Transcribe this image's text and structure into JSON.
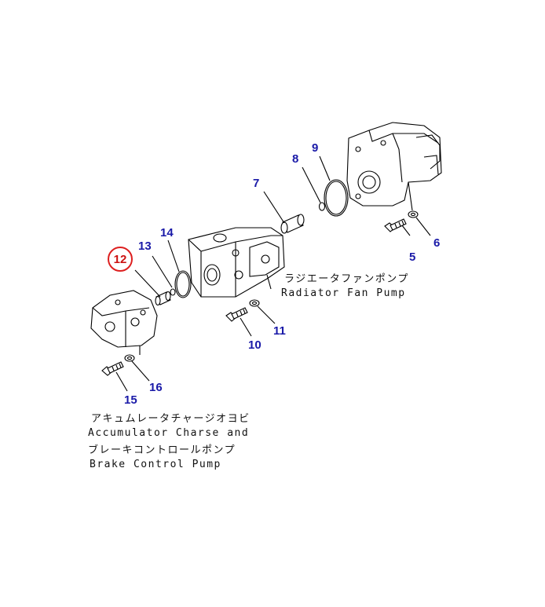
{
  "callouts": {
    "n5": "5",
    "n6": "6",
    "n7": "7",
    "n8": "8",
    "n9": "9",
    "n10": "10",
    "n11": "11",
    "n12": "12",
    "n13": "13",
    "n14": "14",
    "n15": "15",
    "n16": "16"
  },
  "highlight": {
    "callout": "12",
    "color": "#dd1f1f"
  },
  "captions": {
    "radiator_jp": "ラジエータファンポンプ",
    "radiator_en": "Radiator Fan Pump",
    "accum_jp": "アキュムレータチャージオヨビ",
    "accum_en": "Accumulator Charse and",
    "brake_jp": "ブレーキコントロールポンプ",
    "brake_en": "Brake Control Pump"
  },
  "colors": {
    "callout": "#1a1aa8",
    "highlight": "#dd1f1f",
    "line": "#000000"
  }
}
